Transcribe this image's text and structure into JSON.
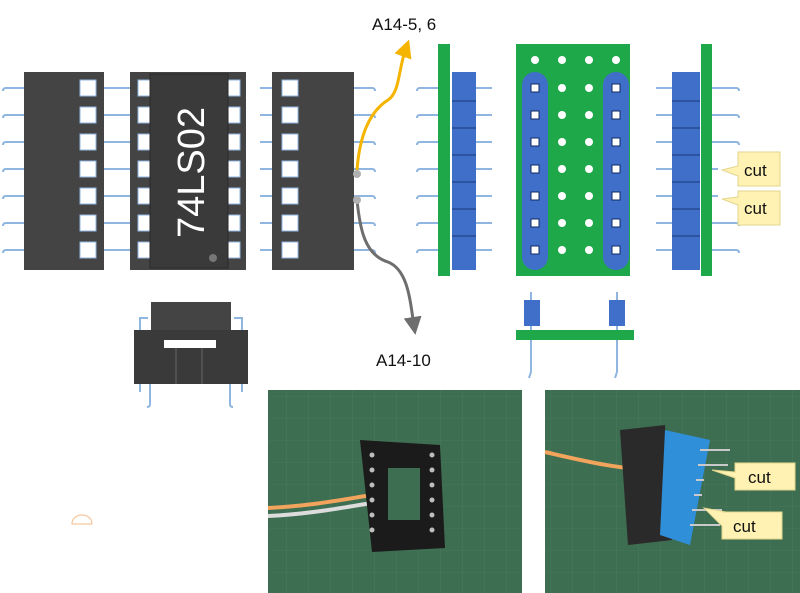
{
  "labels": {
    "signal_top": "A14-5, 6",
    "signal_bottom": "A14-10",
    "chip_marking": "74LS02",
    "cut_1": "cut",
    "cut_2": "cut",
    "photo_cut_1": "cut",
    "photo_cut_2": "cut"
  },
  "colors": {
    "chip_body": "#444444",
    "pin": "#8fb6e0",
    "pcb_green": "#1fa84a",
    "header_blue": "#3f6fc9",
    "wire_yellow": "#f4b400",
    "wire_gray": "#6e6e6e",
    "callout_fill": "#fff2b3",
    "photo_mat": "#3d6e52"
  }
}
